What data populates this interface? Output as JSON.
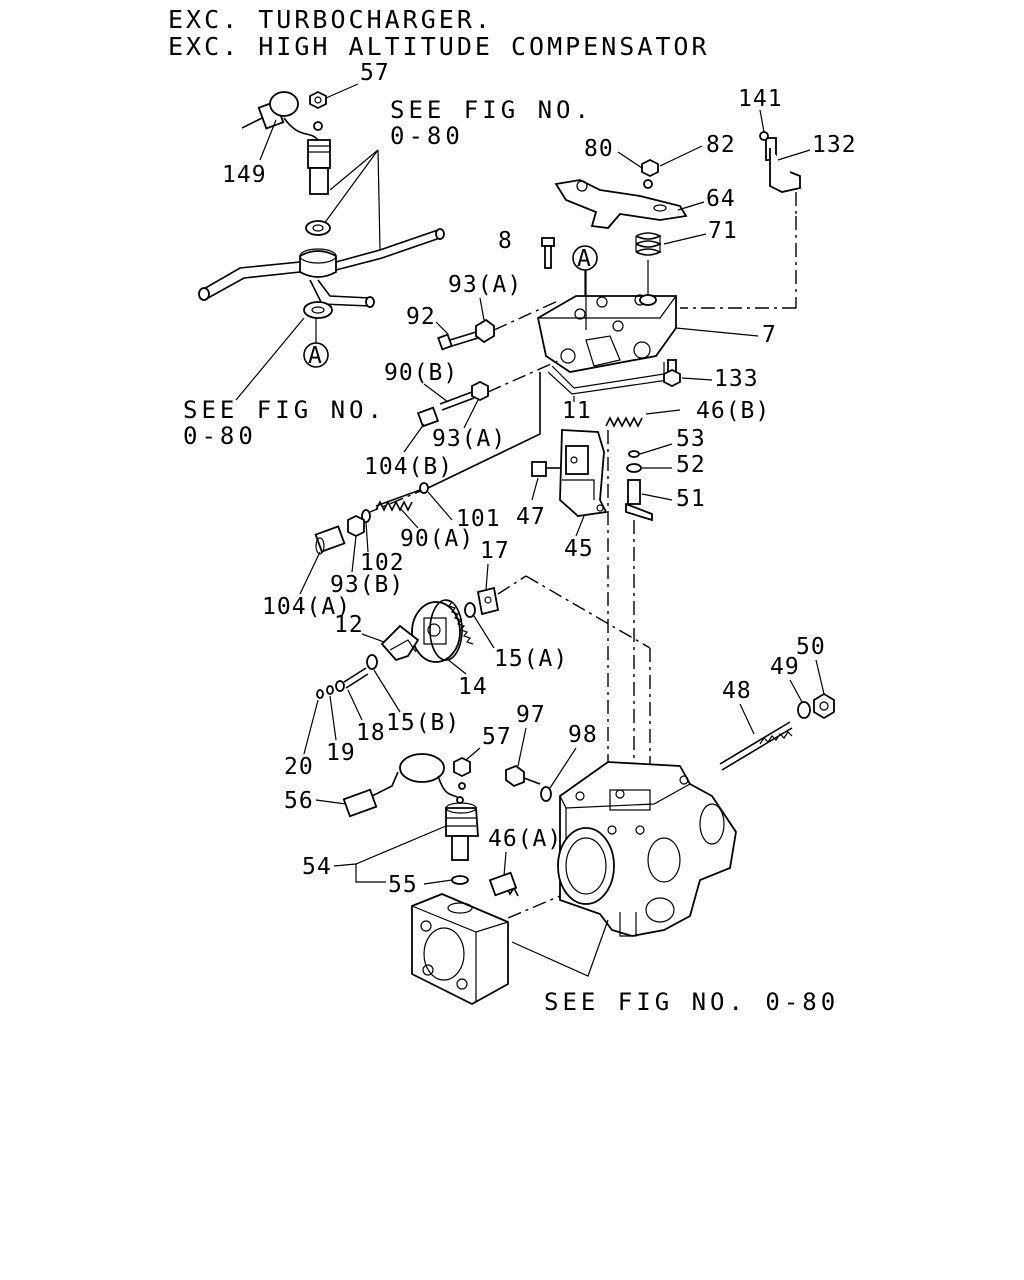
{
  "header": {
    "line1": "EXC. TURBOCHARGER.",
    "line2": "EXC. HIGH ALTITUDE COMPENSATOR"
  },
  "references": {
    "top_right": [
      "SEE FIG NO.",
      "0-80"
    ],
    "left": [
      "SEE FIG NO.",
      "0-80"
    ],
    "bottom": "SEE FIG NO. 0-80"
  },
  "circle_marks": {
    "top": "A",
    "left": "A"
  },
  "labels": {
    "p57a": "57",
    "p149": "149",
    "p141": "141",
    "p132": "132",
    "p80": "80",
    "p82": "82",
    "p64": "64",
    "p71": "71",
    "p8": "8",
    "p93a1": "93(A)",
    "p92": "92",
    "p7": "7",
    "p90b": "90(B)",
    "p133": "133",
    "p11": "11",
    "p46b": "46(B)",
    "p104b": "104(B)",
    "p93a2": "93(A)",
    "p53": "53",
    "p52": "52",
    "p51": "51",
    "p47": "47",
    "p45": "45",
    "p101": "101",
    "p90a": "90(A)",
    "p102": "102",
    "p93b": "93(B)",
    "p104a": "104(A)",
    "p17": "17",
    "p12": "12",
    "p15a": "15(A)",
    "p14": "14",
    "p15b": "15(B)",
    "p18": "18",
    "p19": "19",
    "p20": "20",
    "p50": "50",
    "p49": "49",
    "p48": "48",
    "p97": "97",
    "p98": "98",
    "p57b": "57",
    "p56": "56",
    "p54": "54",
    "p55": "55",
    "p46a": "46(A)"
  }
}
